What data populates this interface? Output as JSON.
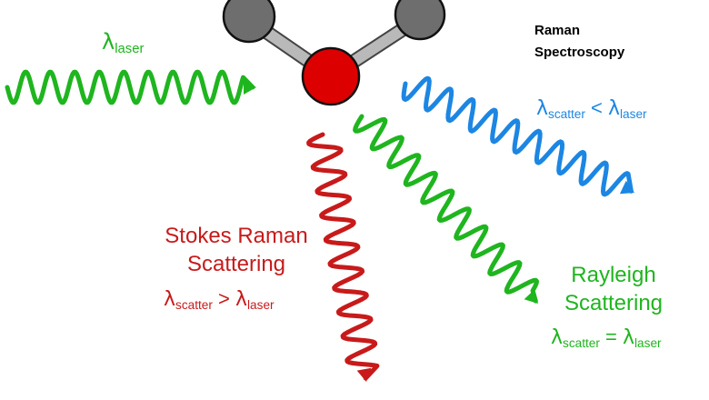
{
  "title": "Raman Spectroscopy",
  "colors": {
    "green": "#1fb51f",
    "blue": "#1c86e3",
    "red": "#c81a1a",
    "oxygen": "#dd0000",
    "hydrogen": "#6e6e6e",
    "bond": "#b9b9b9"
  },
  "labels": {
    "laser": {
      "symbol": "λ",
      "sub": "laser"
    },
    "anti_stokes": {
      "lhs": "λ",
      "lhs_sub": "scatter",
      "op": " < ",
      "rhs": "λ",
      "rhs_sub": "laser"
    },
    "stokes": {
      "line1": "Stokes Raman",
      "line2": "Scattering",
      "lhs": "λ",
      "lhs_sub": "scatter",
      "op": " > ",
      "rhs": "λ",
      "rhs_sub": "laser"
    },
    "rayleigh": {
      "line1": "Rayleigh",
      "line2": "Scattering",
      "lhs": "λ",
      "lhs_sub": "scatter",
      "op": " = ",
      "rhs": "λ",
      "rhs_sub": "laser"
    }
  }
}
